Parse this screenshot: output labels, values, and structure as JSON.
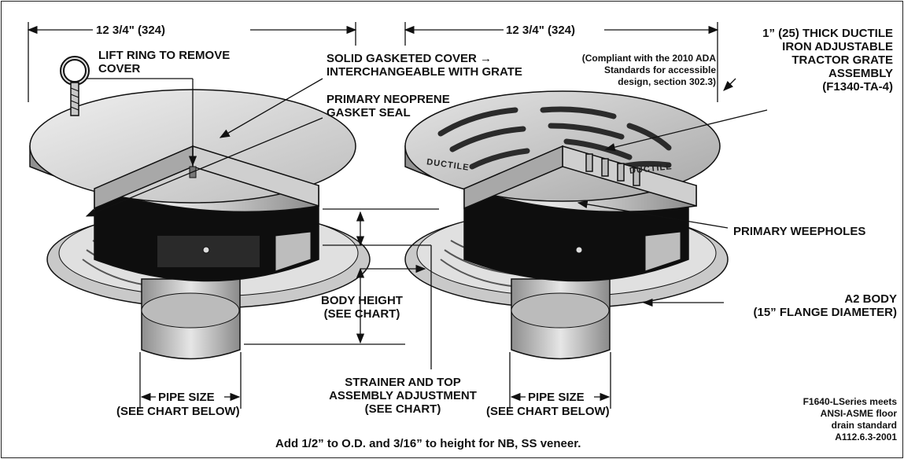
{
  "dimensions": {
    "left_width": "12 3/4\" (324)",
    "right_width": "12 3/4\" (324)"
  },
  "labels": {
    "lift_ring": "LIFT RING TO REMOVE\nCOVER",
    "solid_cover": "SOLID GASKETED COVER →",
    "interchangeable": "INTERCHANGEABLE WITH GRATE",
    "ada_note": "(Compliant with the 2010 ADA\nStandards for accessible\ndesign, section 302.3)",
    "grate": "1” (25) THICK DUCTILE\nIRON ADJUSTABLE\nTRACTOR GRATE\nASSEMBLY\n(F1340-TA-4)",
    "gasket": "PRIMARY NEOPRENE\nGASKET SEAL",
    "weepholes": "PRIMARY WEEPHOLES",
    "body_height": "BODY HEIGHT\n(SEE CHART)",
    "a2_body": "A2 BODY\n(15” FLANGE DIAMETER)",
    "strainer": "STRAINER AND TOP\nASSEMBLY ADJUSTMENT\n(SEE CHART)",
    "pipe_size_left": "PIPE SIZE",
    "pipe_chart_left": "(SEE CHART BELOW)",
    "pipe_size_right": "PIPE SIZE",
    "pipe_chart_right": "(SEE CHART BELOW)",
    "standard_note": "F1640-LSeries meets\nANSI-ASME floor\ndrain standard\nA112.6.3-2001",
    "footer_note": "Add 1/2” to O.D. and 3/16” to height for NB, SS veneer.",
    "grate_brand_left": "DUCTILE",
    "grate_brand_right": "DUCTILE"
  },
  "colors": {
    "line": "#111111",
    "metal_light": "#d8d8d8",
    "metal_mid": "#9a9a9a",
    "metal_dark": "#3a3a3a",
    "cavity": "#0e0e0e"
  }
}
